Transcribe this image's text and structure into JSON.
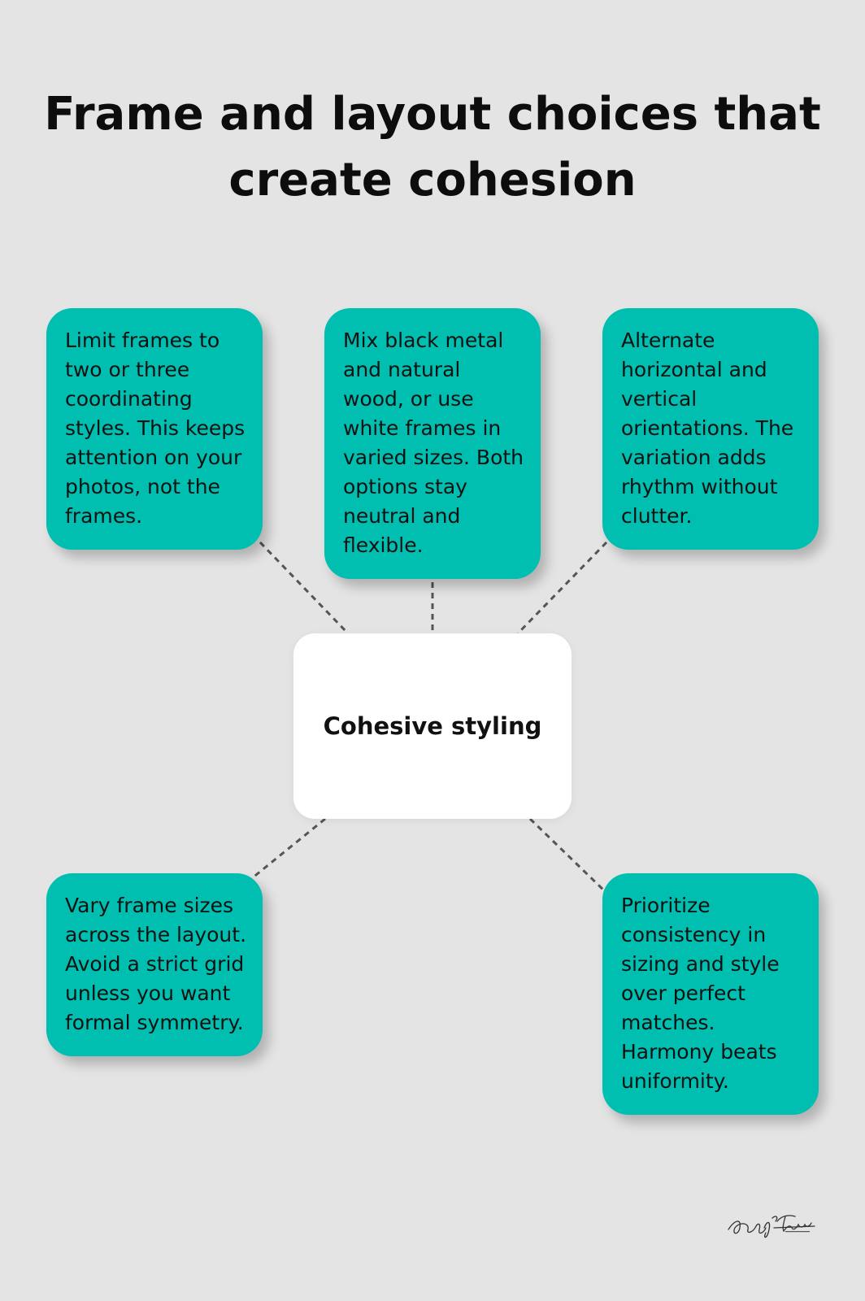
{
  "title": "Frame and layout choices that create cohesion",
  "center": {
    "label": "Cohesive styling"
  },
  "cards": [
    {
      "id": "top-left",
      "text": "Limit frames to two or three coordinating styles. This keeps attention on your photos, not the frames."
    },
    {
      "id": "top-middle",
      "text": "Mix black metal and natural wood, or use white frames in varied sizes. Both options stay neutral and flexible."
    },
    {
      "id": "top-right",
      "text": "Alternate horizontal and vertical orientations. The variation adds rhythm without clutter."
    },
    {
      "id": "bottom-left",
      "text": "Vary frame sizes across the layout. Avoid a strict grid unless you want formal symmetry."
    },
    {
      "id": "bottom-right",
      "text": "Prioritize consistency in sizing and style over perfect matches. Harmony beats uniformity."
    }
  ],
  "colors": {
    "background": "#e3e4e3",
    "card": "#00bfb0",
    "center": "#ffffff",
    "connector": "#555555",
    "text": "#111111"
  },
  "icons": {
    "signature": "photographer-signature-logo"
  }
}
